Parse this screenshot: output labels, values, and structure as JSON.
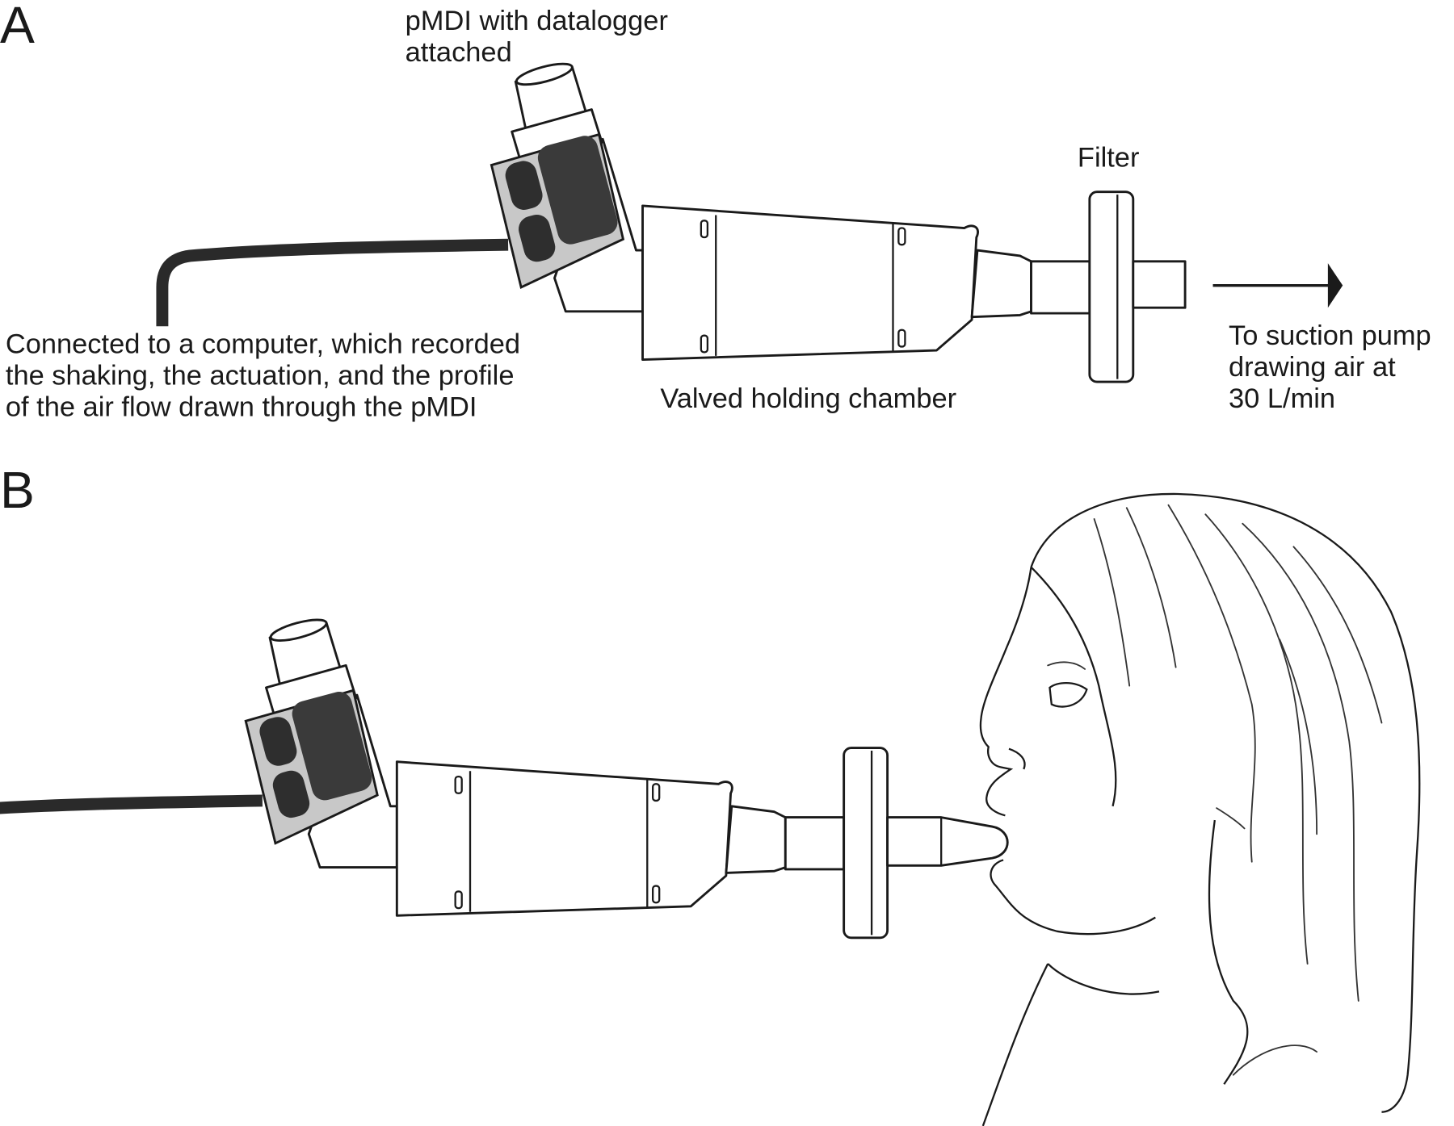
{
  "panel_a": {
    "letter": "A",
    "pmdi_label": [
      "pMDI with datalogger",
      "attached"
    ],
    "computer_label": [
      "Connected to a computer, which recorded",
      "the shaking, the actuation, and the profile",
      "of the air flow drawn through the pMDI"
    ],
    "chamber_label": "Valved holding chamber",
    "filter_label": "Filter",
    "pump_label": [
      "To suction pump",
      "drawing air at",
      "30 L/min"
    ]
  },
  "panel_b": {
    "letter": "B"
  },
  "colors": {
    "ink": "#1a1a1a",
    "datalogger_panel": "#c8c8c8",
    "datalogger_buttons": "#2e2e2e"
  }
}
